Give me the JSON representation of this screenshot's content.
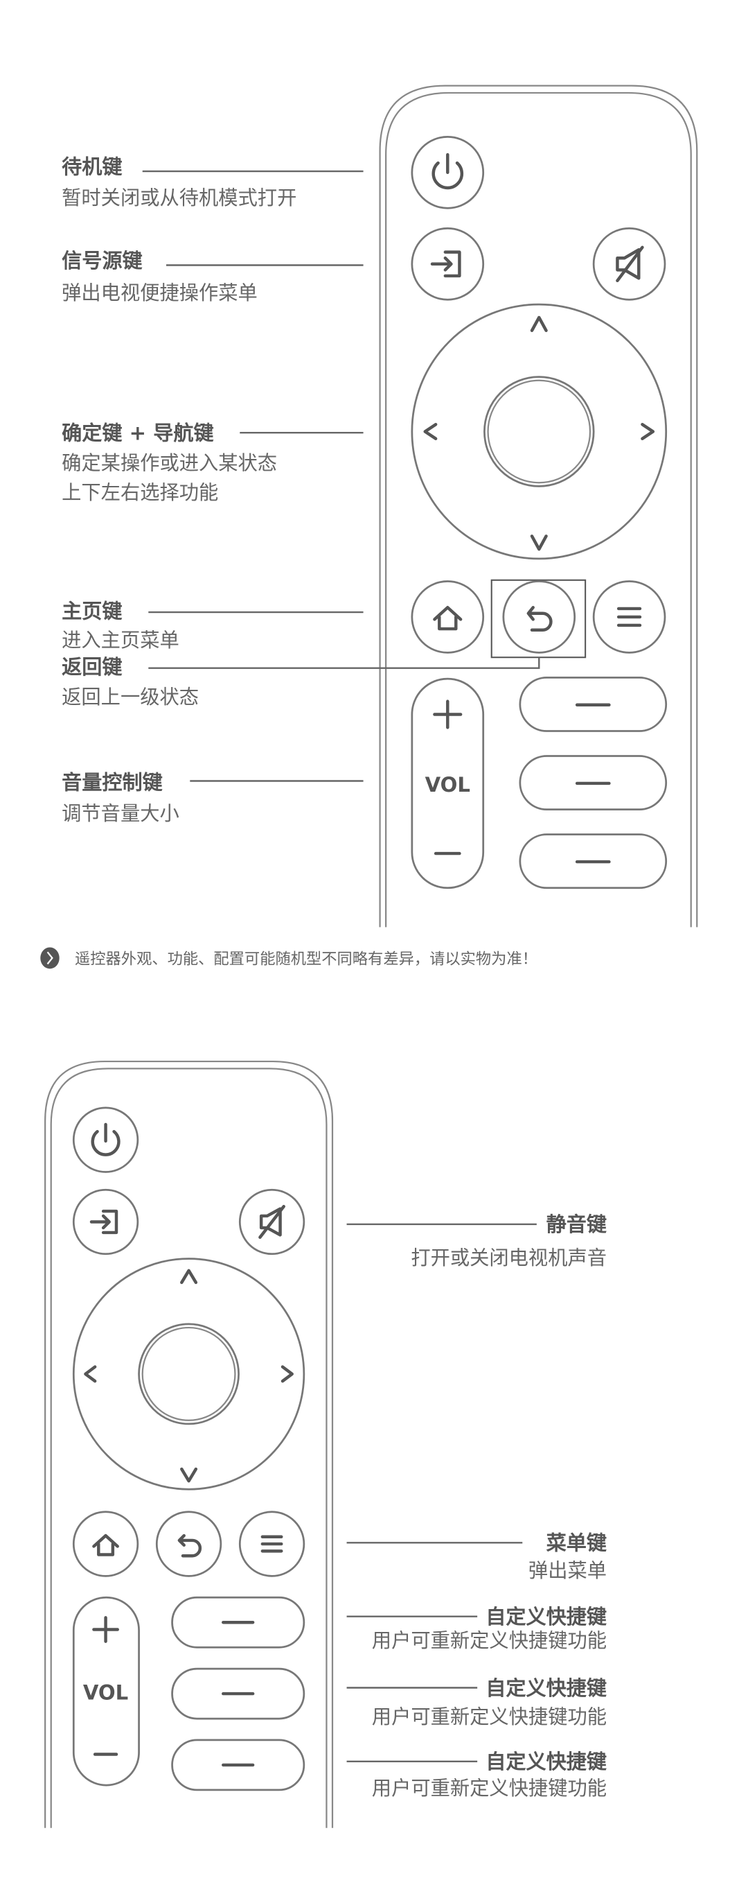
{
  "top_diagram": {
    "labels": [
      {
        "title": "待机键",
        "desc": [
          "暂时关闭或从待机模式打开"
        ]
      },
      {
        "title": "信号源键",
        "desc": [
          "弹出电视便捷操作菜单"
        ]
      },
      {
        "title": "确定键 + 导航键",
        "desc": [
          "确定某操作或进入某状态",
          "上下左右选择功能"
        ]
      },
      {
        "title": "主页键",
        "desc": [
          "进入主页菜单"
        ]
      },
      {
        "title": "返回键",
        "desc": [
          "返回上一级状态"
        ]
      },
      {
        "title": "音量控制键",
        "desc": [
          "调节音量大小"
        ]
      }
    ]
  },
  "remote": {
    "vol_label": "VOL",
    "icons": [
      "power-icon",
      "input-source-icon",
      "mute-icon",
      "arrow-up-icon",
      "arrow-down-icon",
      "arrow-left-icon",
      "arrow-right-icon",
      "home-icon",
      "back-icon",
      "menu-icon",
      "plus-icon",
      "minus-icon"
    ]
  },
  "note": {
    "icon": "chevron-right-circle-icon",
    "text": "遥控器外观、功能、配置可能随机型不同略有差异，请以实物为准！"
  },
  "bottom_diagram": {
    "labels": [
      {
        "title": "静音键",
        "desc": "打开或关闭电视机声音"
      },
      {
        "title": "菜单键",
        "desc": "弹出菜单"
      },
      {
        "title": "自定义快捷键",
        "desc": "用户可重新定义快捷键功能"
      },
      {
        "title": "自定义快捷键",
        "desc": "用户可重新定义快捷键功能"
      },
      {
        "title": "自定义快捷键",
        "desc": "用户可重新定义快捷键功能"
      }
    ]
  },
  "colors": {
    "text": "#555555",
    "stroke": "#777777"
  }
}
